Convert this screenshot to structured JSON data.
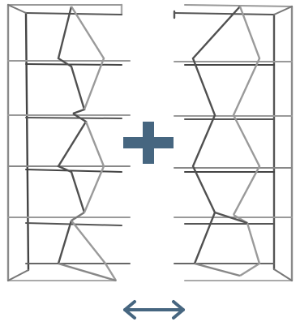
{
  "figure": {
    "left_structure": {
      "name": "left-lattice-tower",
      "levels": 6
    },
    "right_structure": {
      "name": "right-lattice-tower",
      "levels": 6
    },
    "operator": {
      "icon": "plus-icon",
      "color": "#466680"
    },
    "transform_hint": {
      "icon": "double-arrow-horizontal-icon",
      "color": "#466680"
    },
    "colors": {
      "frame_dark": "#4a4a4a",
      "frame_mid": "#7a7a7a",
      "frame_light": "#a8a8a8",
      "accent": "#466680"
    }
  }
}
